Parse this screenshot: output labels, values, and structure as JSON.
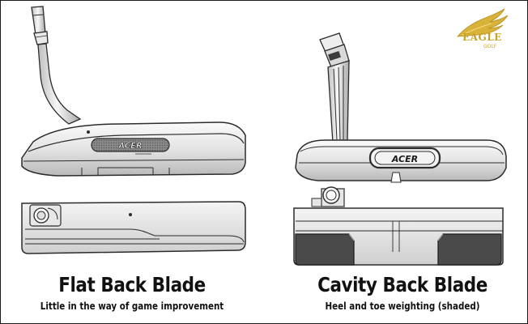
{
  "logo": {
    "word": "EAGLE",
    "sub": "GOLF",
    "color": "#c8a227"
  },
  "brand_mark": "ACER",
  "left": {
    "title": "Flat Back Blade",
    "caption": "Little in the way of game improvement"
  },
  "right": {
    "title": "Cavity Back Blade",
    "caption": "Heel and toe weighting (shaded)"
  },
  "colors": {
    "outline": "#2b2b2b",
    "metal_light": "#f2f2f2",
    "metal_mid": "#d6d6d6",
    "metal_dark": "#a9a9a9",
    "weight_shade": "#4a4a4a"
  }
}
